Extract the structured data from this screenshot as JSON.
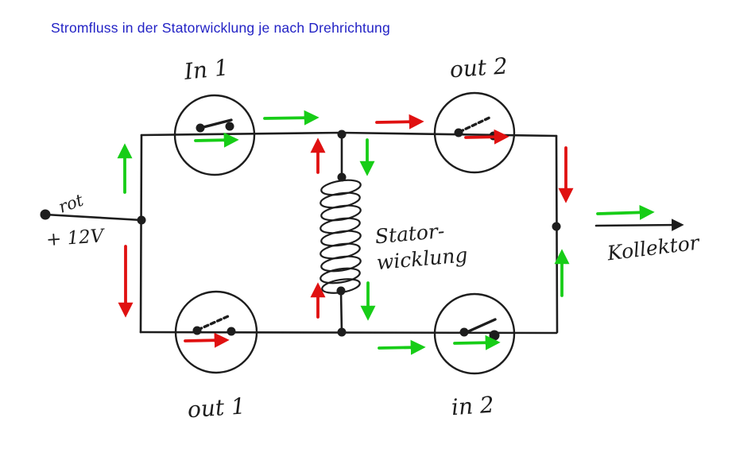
{
  "title": "Stromfluss  in der Statorwicklung je nach Drehrichtung",
  "colors": {
    "title": "#2222c5",
    "ink": "#1d1d1d",
    "green": "#17cd17",
    "red": "#e01111"
  },
  "source": {
    "wire_label": "rot",
    "voltage": "+ 12V"
  },
  "switches": {
    "top_left": "In 1",
    "top_right": "out 2",
    "bottom_left": "out 1",
    "bottom_right": "in 2"
  },
  "coil": {
    "label_line1": "Stator-",
    "label_line2": "wicklung"
  },
  "output": {
    "label": "Kollektor"
  },
  "arrows": {
    "green_flow": [
      "left wire up",
      "top wire right after In 1",
      "through switch In 1 right",
      "coil top down",
      "coil bottom down",
      "bottom wire right toward in 2",
      "through switch in 2 right",
      "right wire up",
      "collector output right"
    ],
    "red_flow": [
      "left wire down",
      "top wire right toward out 2",
      "through switch out 2 right",
      "coil top up",
      "coil bottom up",
      "right wire down",
      "through switch out 1 right"
    ]
  }
}
